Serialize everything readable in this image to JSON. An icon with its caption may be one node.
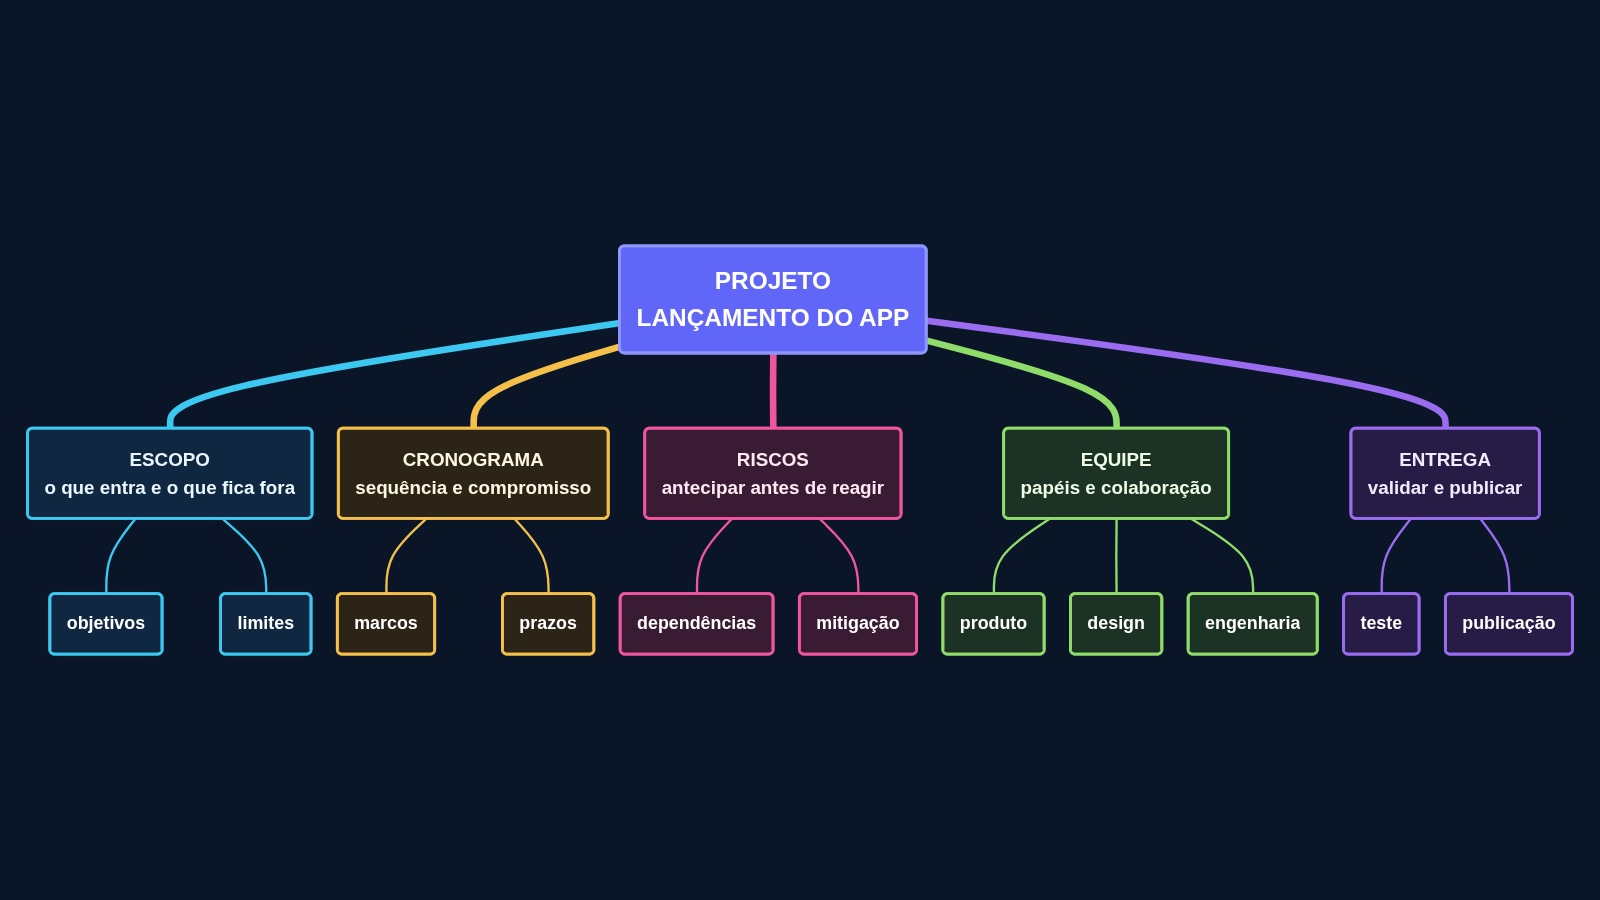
{
  "diagram": {
    "nodes": [
      {
        "text": [
          "PROJETO",
          "LANÇAMENTO DO APP"
        ]
      },
      {
        "text": [
          "ESCOPO",
          "o que entra e o que fica fora"
        ]
      },
      {
        "text": [
          "objetivos"
        ]
      },
      {
        "text": [
          "limites"
        ]
      },
      {
        "text": [
          "CRONOGRAMA",
          "sequência e compromisso"
        ]
      },
      {
        "text": [
          "marcos"
        ]
      },
      {
        "text": [
          "prazos"
        ]
      },
      {
        "text": [
          "RISCOS",
          "antecipar antes de reagir"
        ]
      },
      {
        "text": [
          "dependências"
        ]
      },
      {
        "text": [
          "mitigação"
        ]
      },
      {
        "text": [
          "EQUIPE",
          "papéis e colaboração"
        ]
      },
      {
        "text": [
          "produto"
        ]
      },
      {
        "text": [
          "design"
        ]
      },
      {
        "text": [
          "engenharia"
        ]
      },
      {
        "text": [
          "ENTREGA",
          "validar e publicar"
        ]
      },
      {
        "text": [
          "teste"
        ]
      },
      {
        "text": [
          "publicação"
        ]
      }
    ],
    "edges": [
      {
        "from": 0,
        "to": 1,
        "arrow": "none",
        "style": "thick",
        "color": "#3cc8f0"
      },
      {
        "from": 1,
        "to": 2,
        "arrow": "none",
        "color": "#3cc8f0"
      },
      {
        "from": 1,
        "to": 3,
        "arrow": "none",
        "color": "#3cc8f0"
      },
      {
        "from": 0,
        "to": 4,
        "arrow": "none",
        "style": "thick",
        "color": "#f5c04a"
      },
      {
        "from": 4,
        "to": 5,
        "arrow": "none",
        "color": "#f5c04a"
      },
      {
        "from": 4,
        "to": 6,
        "arrow": "none",
        "color": "#f5c04a"
      },
      {
        "from": 0,
        "to": 7,
        "arrow": "none",
        "style": "thick",
        "color": "#f0559e"
      },
      {
        "from": 7,
        "to": 8,
        "arrow": "none",
        "color": "#f0559e"
      },
      {
        "from": 7,
        "to": 9,
        "arrow": "none",
        "color": "#f0559e"
      },
      {
        "from": 0,
        "to": 10,
        "arrow": "none",
        "style": "thick",
        "color": "#8fdc6a"
      },
      {
        "from": 10,
        "to": 11,
        "arrow": "none",
        "color": "#8fdc6a"
      },
      {
        "from": 10,
        "to": 12,
        "arrow": "none",
        "color": "#8fdc6a"
      },
      {
        "from": 10,
        "to": 13,
        "arrow": "none",
        "color": "#8fdc6a"
      },
      {
        "from": 0,
        "to": 14,
        "arrow": "none",
        "style": "thick",
        "color": "#9a6cf0"
      },
      {
        "from": 14,
        "to": 15,
        "arrow": "none",
        "color": "#9a6cf0"
      },
      {
        "from": 14,
        "to": 16,
        "arrow": "none",
        "color": "#9a6cf0"
      }
    ]
  }
}
